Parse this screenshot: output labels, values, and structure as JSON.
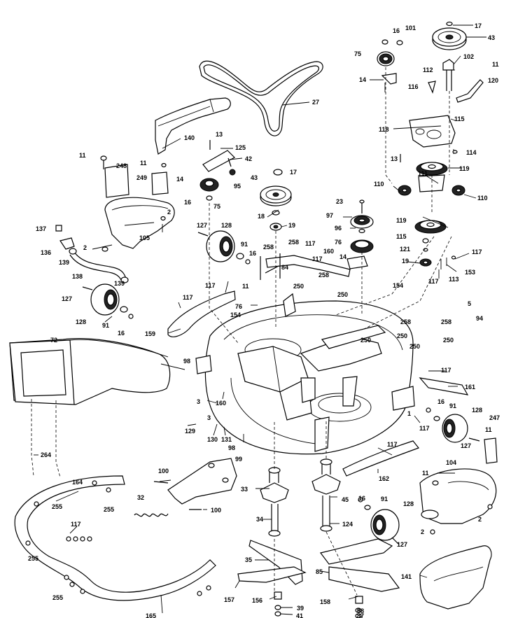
{
  "callouts": [
    {
      "id": "c17a",
      "text": "17"
    },
    {
      "id": "c43a",
      "text": "43"
    },
    {
      "id": "c16a",
      "text": "16"
    },
    {
      "id": "c101",
      "text": "101"
    },
    {
      "id": "c75a",
      "text": "75"
    },
    {
      "id": "c102",
      "text": "102"
    },
    {
      "id": "c112",
      "text": "112"
    },
    {
      "id": "c11a",
      "text": "11"
    },
    {
      "id": "c14a",
      "text": "14"
    },
    {
      "id": "c116",
      "text": "116"
    },
    {
      "id": "c120",
      "text": "120"
    },
    {
      "id": "c27",
      "text": "27"
    },
    {
      "id": "c115a",
      "text": "115"
    },
    {
      "id": "c118",
      "text": "118"
    },
    {
      "id": "c140",
      "text": "140"
    },
    {
      "id": "c13a",
      "text": "13"
    },
    {
      "id": "c114",
      "text": "114"
    },
    {
      "id": "c125",
      "text": "125"
    },
    {
      "id": "c11b",
      "text": "11"
    },
    {
      "id": "c248",
      "text": "248"
    },
    {
      "id": "c11c",
      "text": "11"
    },
    {
      "id": "c42",
      "text": "42"
    },
    {
      "id": "c13b",
      "text": "13"
    },
    {
      "id": "c119a",
      "text": "119"
    },
    {
      "id": "c249",
      "text": "249"
    },
    {
      "id": "c14b",
      "text": "14"
    },
    {
      "id": "c43b",
      "text": "43"
    },
    {
      "id": "c17b",
      "text": "17"
    },
    {
      "id": "c111",
      "text": "111"
    },
    {
      "id": "c95",
      "text": "95"
    },
    {
      "id": "c110a",
      "text": "110"
    },
    {
      "id": "c110b",
      "text": "110"
    },
    {
      "id": "c16b",
      "text": "16"
    },
    {
      "id": "c75b",
      "text": "75"
    },
    {
      "id": "c23",
      "text": "23"
    },
    {
      "id": "c2a",
      "text": "2"
    },
    {
      "id": "c18",
      "text": "18"
    },
    {
      "id": "c97",
      "text": "97"
    },
    {
      "id": "c105",
      "text": "105"
    },
    {
      "id": "c19a",
      "text": "19"
    },
    {
      "id": "c127a",
      "text": "127"
    },
    {
      "id": "c128a",
      "text": "128"
    },
    {
      "id": "c96",
      "text": "96"
    },
    {
      "id": "c119b",
      "text": "119"
    },
    {
      "id": "c137",
      "text": "137"
    },
    {
      "id": "c115b",
      "text": "115"
    },
    {
      "id": "c76a",
      "text": "76"
    },
    {
      "id": "c136",
      "text": "136"
    },
    {
      "id": "c2b",
      "text": "2"
    },
    {
      "id": "c117a",
      "text": "117"
    },
    {
      "id": "c258a",
      "text": "258"
    },
    {
      "id": "c121",
      "text": "121"
    },
    {
      "id": "c91a",
      "text": "91"
    },
    {
      "id": "c258b",
      "text": "258"
    },
    {
      "id": "c160a",
      "text": "160"
    },
    {
      "id": "c117b",
      "text": "117"
    },
    {
      "id": "c139a",
      "text": "139"
    },
    {
      "id": "c16c",
      "text": "16"
    },
    {
      "id": "c117c",
      "text": "117"
    },
    {
      "id": "c14c",
      "text": "14"
    },
    {
      "id": "c19b",
      "text": "19"
    },
    {
      "id": "c84",
      "text": "84"
    },
    {
      "id": "c153",
      "text": "153"
    },
    {
      "id": "c138",
      "text": "138"
    },
    {
      "id": "c139b",
      "text": "139"
    },
    {
      "id": "c113",
      "text": "113"
    },
    {
      "id": "c117d",
      "text": "117"
    },
    {
      "id": "c127b",
      "text": "127"
    },
    {
      "id": "c117e",
      "text": "117"
    },
    {
      "id": "c11d",
      "text": "11"
    },
    {
      "id": "c250a",
      "text": "250"
    },
    {
      "id": "c258c",
      "text": "258"
    },
    {
      "id": "c154a",
      "text": "154"
    },
    {
      "id": "c117f",
      "text": "117"
    },
    {
      "id": "c250b",
      "text": "250"
    },
    {
      "id": "c76b",
      "text": "76"
    },
    {
      "id": "c5",
      "text": "5"
    },
    {
      "id": "c128b",
      "text": "128"
    },
    {
      "id": "c91b",
      "text": "91"
    },
    {
      "id": "c16d",
      "text": "16"
    },
    {
      "id": "c154b",
      "text": "154"
    },
    {
      "id": "c258d",
      "text": "258"
    },
    {
      "id": "c258e",
      "text": "258"
    },
    {
      "id": "c94",
      "text": "94"
    },
    {
      "id": "c159",
      "text": "159"
    },
    {
      "id": "c250c",
      "text": "250"
    },
    {
      "id": "c250d",
      "text": "250"
    },
    {
      "id": "c250e",
      "text": "250"
    },
    {
      "id": "c250f",
      "text": "250"
    },
    {
      "id": "c72",
      "text": "72"
    },
    {
      "id": "c98a",
      "text": "98"
    },
    {
      "id": "c117g",
      "text": "117"
    },
    {
      "id": "c161",
      "text": "161"
    },
    {
      "id": "c3a",
      "text": "3"
    },
    {
      "id": "c160b",
      "text": "160"
    },
    {
      "id": "c16e",
      "text": "16"
    },
    {
      "id": "c91c",
      "text": "91"
    },
    {
      "id": "c128c",
      "text": "128"
    },
    {
      "id": "c1",
      "text": "1"
    },
    {
      "id": "c3b",
      "text": "3"
    },
    {
      "id": "c117h",
      "text": "117"
    },
    {
      "id": "c247",
      "text": "247"
    },
    {
      "id": "c129",
      "text": "129"
    },
    {
      "id": "c130",
      "text": "130"
    },
    {
      "id": "c131",
      "text": "131"
    },
    {
      "id": "c11e",
      "text": "11"
    },
    {
      "id": "c127c",
      "text": "127"
    },
    {
      "id": "c98b",
      "text": "98"
    },
    {
      "id": "c117i",
      "text": "117"
    },
    {
      "id": "c264",
      "text": "264"
    },
    {
      "id": "c99",
      "text": "99"
    },
    {
      "id": "c104",
      "text": "104"
    },
    {
      "id": "c162",
      "text": "162"
    },
    {
      "id": "c100a",
      "text": "100"
    },
    {
      "id": "c11f",
      "text": "11"
    },
    {
      "id": "c164",
      "text": "164"
    },
    {
      "id": "c33",
      "text": "33"
    },
    {
      "id": "c45",
      "text": "45"
    },
    {
      "id": "c32",
      "text": "32"
    },
    {
      "id": "c100b",
      "text": "100"
    },
    {
      "id": "c255a",
      "text": "255"
    },
    {
      "id": "c255b",
      "text": "255"
    },
    {
      "id": "c16f",
      "text": "16"
    },
    {
      "id": "c91d",
      "text": "91"
    },
    {
      "id": "c128d",
      "text": "128"
    },
    {
      "id": "c2c",
      "text": "2"
    },
    {
      "id": "c117j",
      "text": "117"
    },
    {
      "id": "c34",
      "text": "34"
    },
    {
      "id": "c124",
      "text": "124"
    },
    {
      "id": "c2d",
      "text": "2"
    },
    {
      "id": "c127d",
      "text": "127"
    },
    {
      "id": "c255c",
      "text": "255"
    },
    {
      "id": "c35",
      "text": "35"
    },
    {
      "id": "c85",
      "text": "85"
    },
    {
      "id": "c141",
      "text": "141"
    },
    {
      "id": "c255d",
      "text": "255"
    },
    {
      "id": "c157",
      "text": "157"
    },
    {
      "id": "c156",
      "text": "156"
    },
    {
      "id": "c39",
      "text": "39"
    },
    {
      "id": "c158",
      "text": "158"
    },
    {
      "id": "c88",
      "text": "88"
    },
    {
      "id": "c165",
      "text": "165"
    },
    {
      "id": "c41",
      "text": "41"
    },
    {
      "id": "c87",
      "text": "87"
    }
  ]
}
